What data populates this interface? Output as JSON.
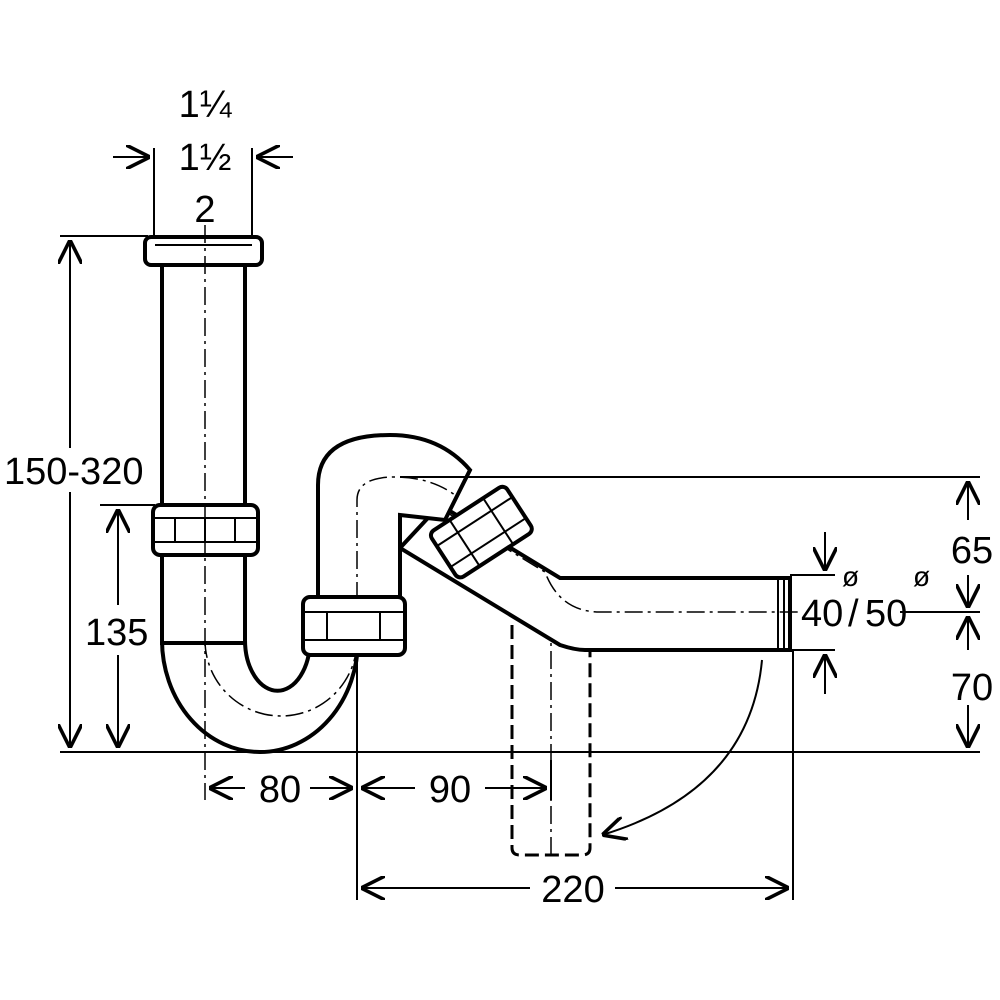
{
  "diagram": {
    "title": "Tubular siphon dimension drawing",
    "dimensions": {
      "inlet_sizes": [
        "1¼",
        "1½",
        "2"
      ],
      "total_height": "150-320",
      "lower_height": "135",
      "horizontal_1": "80",
      "horizontal_2": "90",
      "horizontal_total": "220",
      "outlet_upper": "65",
      "outlet_lower": "70",
      "outlet_diameter_1": "40",
      "outlet_diameter_2": "50",
      "diameter_symbol": "ø",
      "separator": "/"
    }
  }
}
